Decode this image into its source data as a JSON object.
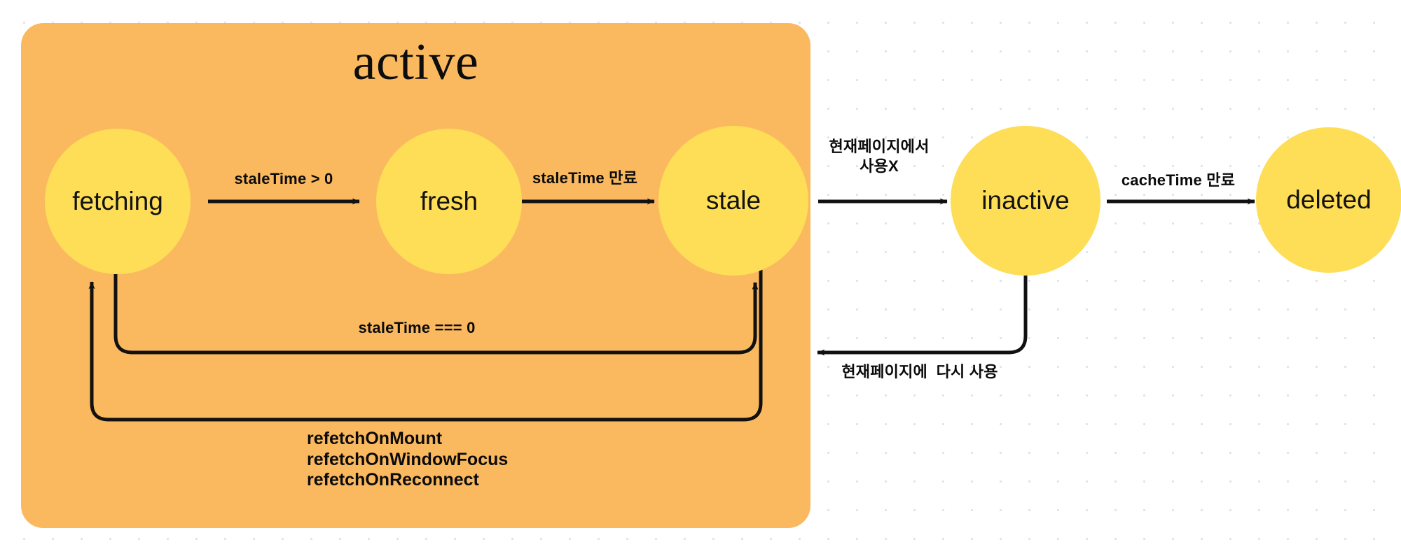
{
  "diagram": {
    "title": "active",
    "group_label": "active",
    "colors": {
      "panel": "#fbb95f",
      "node": "#fedd57",
      "edge": "#111111",
      "background": "#ffffff",
      "dot_grid": "#dee2ec",
      "text": "#0d0d0d"
    },
    "nodes": [
      {
        "id": "fetching",
        "label": "fetching",
        "inside_active": true
      },
      {
        "id": "fresh",
        "label": "fresh",
        "inside_active": true
      },
      {
        "id": "stale",
        "label": "stale",
        "inside_active": true
      },
      {
        "id": "inactive",
        "label": "inactive",
        "inside_active": false
      },
      {
        "id": "deleted",
        "label": "deleted",
        "inside_active": false
      }
    ],
    "edges": [
      {
        "id": "fetching-fresh",
        "from": "fetching",
        "to": "fresh",
        "label": "staleTime > 0"
      },
      {
        "id": "fresh-stale",
        "from": "fresh",
        "to": "stale",
        "label": "staleTime 만료"
      },
      {
        "id": "stale-inactive",
        "from": "stale",
        "to": "inactive",
        "label_line1": "현재페이지에서",
        "label_line2": "사용X"
      },
      {
        "id": "inactive-deleted",
        "from": "inactive",
        "to": "deleted",
        "label": "cacheTime 만료"
      },
      {
        "id": "fetching-stale-direct",
        "from": "fetching",
        "to": "stale",
        "label": "staleTime === 0"
      },
      {
        "id": "inactive-stale-back",
        "from": "inactive",
        "to": "stale",
        "label": "현재페이지에  다시 사용"
      },
      {
        "id": "stale-fetching-refetch",
        "from": "stale",
        "to": "fetching",
        "label_lines": [
          "refetchOnMount",
          "refetchOnWindowFocus",
          "refetchOnReconnect"
        ]
      }
    ],
    "refetch_triggers": {
      "line1": "refetchOnMount",
      "line2": "refetchOnWindowFocus",
      "line3": "refetchOnReconnect"
    }
  }
}
